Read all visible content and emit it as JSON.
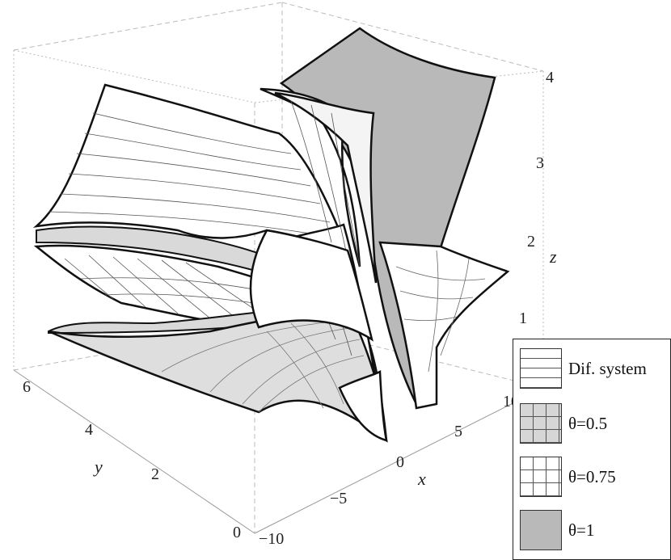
{
  "chart_data": {
    "type": "surface3d",
    "axes": {
      "x": {
        "label": "x",
        "ticks": [
          "−10",
          "−5",
          "0",
          "5",
          "10"
        ],
        "range": [
          -10,
          10
        ]
      },
      "y": {
        "label": "y",
        "ticks": [
          "0",
          "2",
          "4",
          "6"
        ],
        "range": [
          0,
          6
        ]
      },
      "z": {
        "label": "z",
        "ticks": [
          "1",
          "2",
          "3",
          "4"
        ],
        "range": [
          0,
          4
        ]
      }
    },
    "legend": {
      "placement": "bottom-right",
      "entries": [
        {
          "name": "Dif. system",
          "style": "white with horizontal mesh lines"
        },
        {
          "name": "θ=0.5",
          "style": "light gray with grid mesh",
          "color": "#d6d6d6"
        },
        {
          "name": "θ=0.75",
          "style": "white with grid mesh",
          "color": "#ffffff"
        },
        {
          "name": "θ=1",
          "style": "solid gray",
          "color": "#b9b9b9"
        }
      ]
    },
    "bounding_box": true,
    "grid": false
  }
}
